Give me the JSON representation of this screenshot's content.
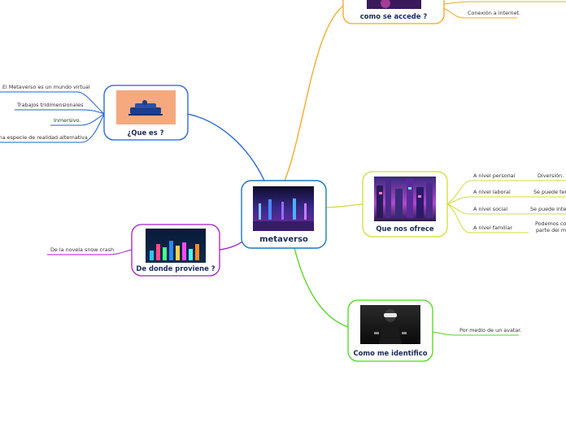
{
  "center": {
    "title": "metaverso"
  },
  "branches": {
    "como_accede": {
      "title": "como se accede ?",
      "color": "#f5a623",
      "items": [
        "Conexión a internet."
      ]
    },
    "que_es": {
      "title": "¿Que es ?",
      "color": "#1f5fd6",
      "items": [
        "El Metaverso es un mundo virtual",
        "Trabajos tridimensionales",
        "Inmersivo.",
        "Una especie de realidad alternativa"
      ]
    },
    "que_ofrece": {
      "title": "Que nos ofrece",
      "color": "#d4dc3a",
      "items": [
        {
          "label": "A nivel personal",
          "detail": "Diversión."
        },
        {
          "label": "A nivel laboral",
          "detail": "Se puede tene"
        },
        {
          "label": "A nivel social",
          "detail": "Se puede intera"
        },
        {
          "label": "A nivel familiar",
          "detail": "Podemos con parte del mu"
        }
      ]
    },
    "proviene": {
      "title": "De donde proviene ?",
      "color": "#a021c8",
      "items": [
        "De la novela snow crash"
      ]
    },
    "identifico": {
      "title": "Como me identifico",
      "color": "#4fd61e",
      "items": [
        "Por medio de un avatar."
      ]
    }
  }
}
